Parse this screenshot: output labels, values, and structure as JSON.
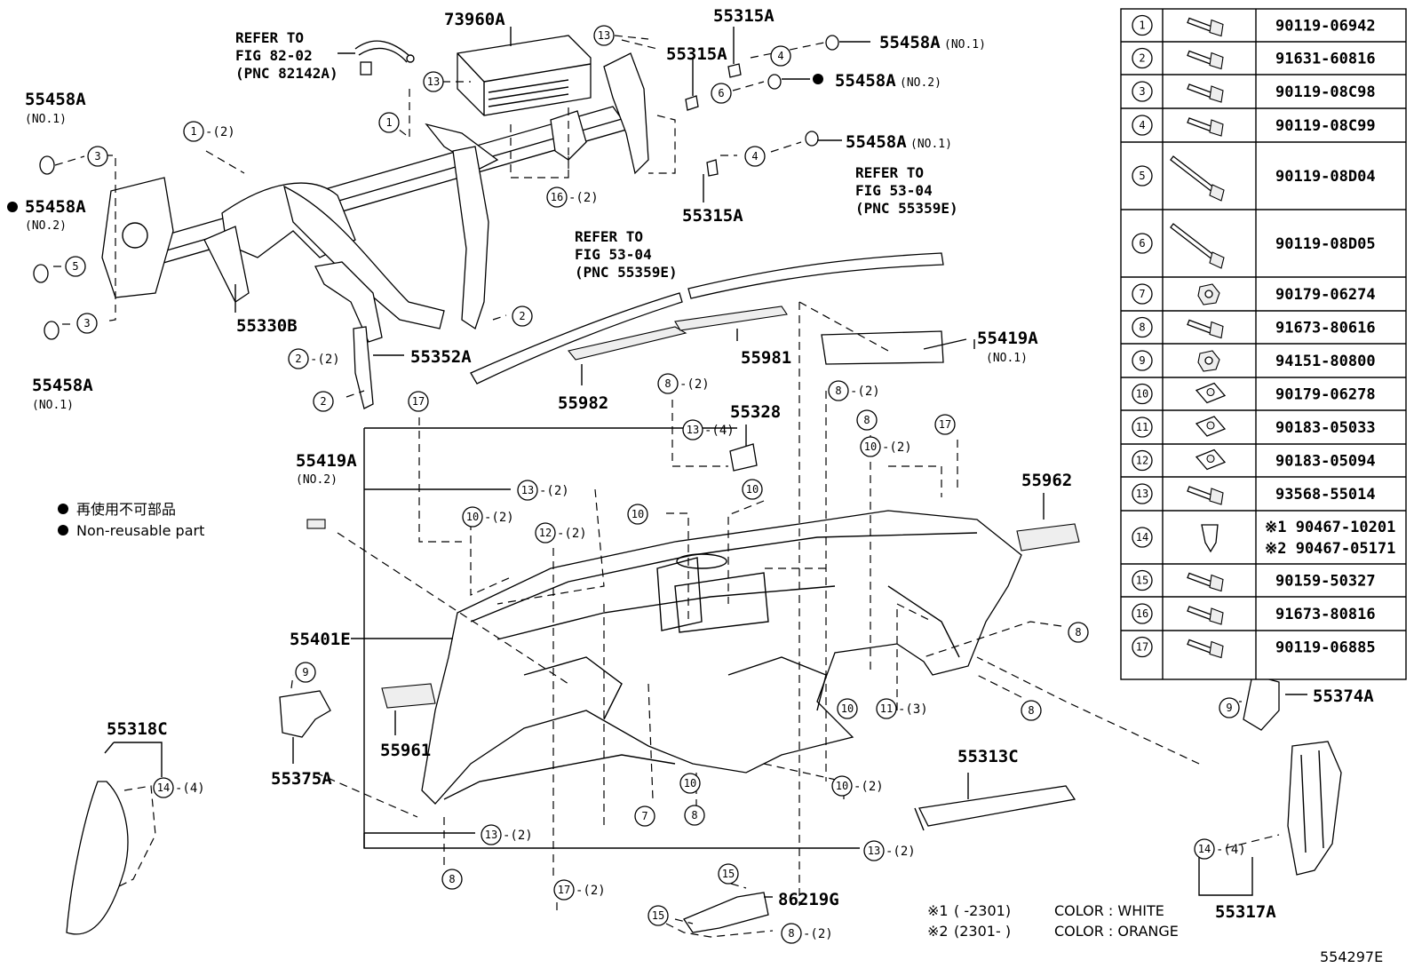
{
  "diagram_id": "554297E",
  "legend": {
    "jp": "再使用不可部品",
    "en": "Non-reusable part"
  },
  "refer_notes": [
    {
      "lines": [
        "REFER TO",
        "FIG 82-02",
        "(PNC 82142A)"
      ]
    },
    {
      "lines": [
        "REFER TO",
        "FIG 53-04",
        "(PNC 55359E)"
      ]
    },
    {
      "lines": [
        "REFER TO",
        "FIG 53-04",
        "(PNC 55359E)"
      ]
    }
  ],
  "part_labels": [
    {
      "text": "73960A"
    },
    {
      "text": "55315A"
    },
    {
      "text": "55315A"
    },
    {
      "text": "55458A",
      "sub": "(NO.1)"
    },
    {
      "text": "55458A",
      "sub": "(NO.2)"
    },
    {
      "text": "55458A",
      "sub": "(NO.1)"
    },
    {
      "text": "55315A"
    },
    {
      "text": "55458A"
    },
    {
      "text": "(NO.1)"
    },
    {
      "text": "55458A"
    },
    {
      "text": "(NO.2)"
    },
    {
      "text": "55458A"
    },
    {
      "text": "(NO.1)"
    },
    {
      "text": "55330B"
    },
    {
      "text": "55352A"
    },
    {
      "text": "55982"
    },
    {
      "text": "55981"
    },
    {
      "text": "55419A"
    },
    {
      "text": "(NO.1)"
    },
    {
      "text": "55328"
    },
    {
      "text": "55419A"
    },
    {
      "text": "(NO.2)"
    },
    {
      "text": "55962"
    },
    {
      "text": "55401E"
    },
    {
      "text": "55961"
    },
    {
      "text": "55375A"
    },
    {
      "text": "55318C"
    },
    {
      "text": "55313C"
    },
    {
      "text": "86219G"
    },
    {
      "text": "55374A"
    },
    {
      "text": "55317A"
    }
  ],
  "callouts": [
    {
      "n": "13",
      "q": ""
    },
    {
      "n": "13",
      "q": ""
    },
    {
      "n": "4",
      "q": ""
    },
    {
      "n": "6",
      "q": ""
    },
    {
      "n": "1",
      "q": "-(2)"
    },
    {
      "n": "1",
      "q": ""
    },
    {
      "n": "3",
      "q": ""
    },
    {
      "n": "5",
      "q": ""
    },
    {
      "n": "3",
      "q": ""
    },
    {
      "n": "16",
      "q": "-(2)"
    },
    {
      "n": "4",
      "q": ""
    },
    {
      "n": "2",
      "q": ""
    },
    {
      "n": "2",
      "q": "-(2)"
    },
    {
      "n": "2",
      "q": ""
    },
    {
      "n": "17",
      "q": ""
    },
    {
      "n": "8",
      "q": "-(2)"
    },
    {
      "n": "13",
      "q": "-(4)"
    },
    {
      "n": "10",
      "q": ""
    },
    {
      "n": "8",
      "q": "-(2)"
    },
    {
      "n": "8",
      "q": ""
    },
    {
      "n": "10",
      "q": "-(2)"
    },
    {
      "n": "17",
      "q": ""
    },
    {
      "n": "13",
      "q": "-(2)"
    },
    {
      "n": "10",
      "q": "-(2)"
    },
    {
      "n": "12",
      "q": "-(2)"
    },
    {
      "n": "10",
      "q": ""
    },
    {
      "n": "8",
      "q": ""
    },
    {
      "n": "9",
      "q": ""
    },
    {
      "n": "10",
      "q": ""
    },
    {
      "n": "11",
      "q": "-(3)"
    },
    {
      "n": "8",
      "q": ""
    },
    {
      "n": "9",
      "q": ""
    },
    {
      "n": "14",
      "q": "-(4)"
    },
    {
      "n": "10",
      "q": ""
    },
    {
      "n": "10",
      "q": "-(2)"
    },
    {
      "n": "7",
      "q": ""
    },
    {
      "n": "8",
      "q": ""
    },
    {
      "n": "13",
      "q": "-(2)"
    },
    {
      "n": "13",
      "q": "-(2)"
    },
    {
      "n": "8",
      "q": ""
    },
    {
      "n": "17",
      "q": "-(2)"
    },
    {
      "n": "15",
      "q": ""
    },
    {
      "n": "15",
      "q": ""
    },
    {
      "n": "8",
      "q": "-(2)"
    },
    {
      "n": "14",
      "q": "-(4)"
    }
  ],
  "parts_table": [
    {
      "n": "1",
      "part": "90119-06942",
      "icon": "bolt-icon"
    },
    {
      "n": "2",
      "part": "91631-60816",
      "icon": "bolt-icon"
    },
    {
      "n": "3",
      "part": "90119-08C98",
      "icon": "bolt-icon"
    },
    {
      "n": "4",
      "part": "90119-08C99",
      "icon": "bolt-icon"
    },
    {
      "n": "5",
      "part": "90119-08D04",
      "icon": "long-bolt-icon"
    },
    {
      "n": "6",
      "part": "90119-08D05",
      "icon": "long-bolt-icon"
    },
    {
      "n": "7",
      "part": "90179-06274",
      "icon": "nut-icon"
    },
    {
      "n": "8",
      "part": "91673-80616",
      "icon": "bolt-icon"
    },
    {
      "n": "9",
      "part": "94151-80800",
      "icon": "nut-icon"
    },
    {
      "n": "10",
      "part": "90179-06278",
      "icon": "clip-nut-icon"
    },
    {
      "n": "11",
      "part": "90183-05033",
      "icon": "clip-nut-icon"
    },
    {
      "n": "12",
      "part": "90183-05094",
      "icon": "clip-nut-icon"
    },
    {
      "n": "13",
      "part": "93568-55014",
      "icon": "bolt-icon"
    },
    {
      "n": "14",
      "part": "※1 90467-10201",
      "part2": "※2 90467-05171",
      "icon": "clip-icon"
    },
    {
      "n": "15",
      "part": "90159-50327",
      "icon": "bolt-icon"
    },
    {
      "n": "16",
      "part": "91673-80816",
      "icon": "bolt-icon"
    },
    {
      "n": "17",
      "part": "90119-06885",
      "icon": "bolt-icon"
    }
  ],
  "color_notes": [
    {
      "mark": "※1",
      "range": "(       -2301)",
      "text": "COLOR : WHITE"
    },
    {
      "mark": "※2",
      "range": "(2301-       )",
      "text": "COLOR : ORANGE"
    }
  ]
}
